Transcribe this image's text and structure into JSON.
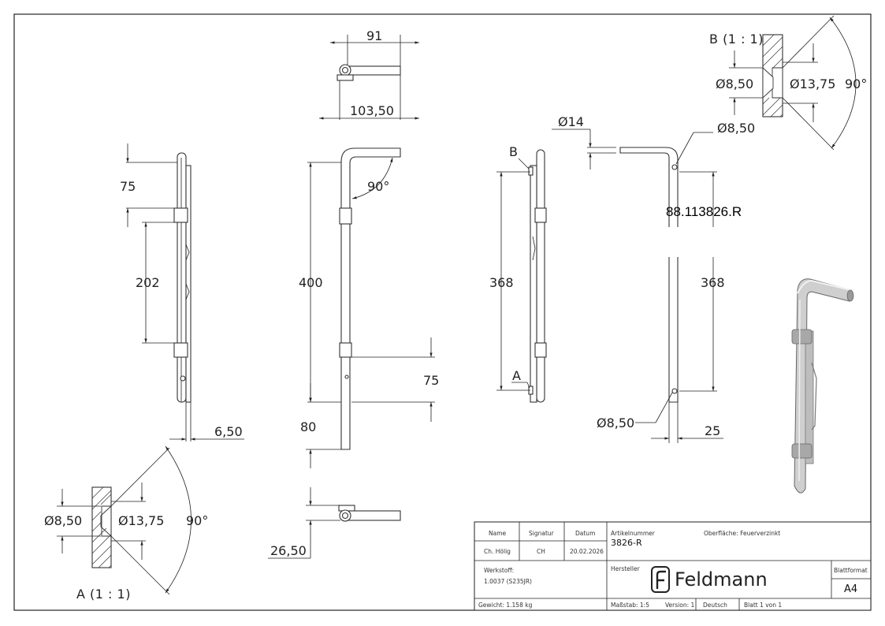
{
  "drawing": {
    "top_view": {
      "dim_width": "91",
      "dim_overall": "103,50"
    },
    "left_view": {
      "dim_top": "75",
      "dim_mid": "202",
      "dim_thickness": "6,50"
    },
    "front_view": {
      "dim_height": "400",
      "angle": "90°",
      "dim_bottom": "75",
      "dim_pin": "80"
    },
    "bottom_view": {
      "dim_offset": "26,50"
    },
    "side_view": {
      "label_b": "B",
      "label_a": "A",
      "dim_height": "368"
    },
    "right_view": {
      "dim_rod": "14",
      "dim_hole_top": "8,50",
      "article_code": "88.113826.R",
      "dim_height": "368",
      "dim_hole_bottom": "8,50",
      "dim_edge": "25"
    },
    "detail_a": {
      "title": "A (1 : 1)",
      "dim_inner": "8,50",
      "dim_outer": "13,75",
      "angle": "90°"
    },
    "detail_b": {
      "title": "B (1 : 1)",
      "dim_inner": "8,50",
      "dim_outer": "13,75",
      "angle": "90°"
    },
    "symbols": {
      "diameter": "Ø"
    }
  },
  "title_block": {
    "name_label": "Name",
    "signature_label": "Signatur",
    "date_label": "Datum",
    "name": "Ch. Hölig",
    "signature": "CH",
    "date": "20.02.2026",
    "article_label": "Artikelnummer",
    "article": "3826-R",
    "surface": "Oberfläche:  Feuerverzinkt",
    "material_label": "Werkstoff:",
    "material": "1.0037 (S235JR)",
    "manufacturer_label": "Hersteller",
    "brand": "Feldmann",
    "format_label": "Blattformat",
    "format": "A4",
    "weight": "Gewicht: 1.158 kg",
    "scale": "Maßstab: 1:5",
    "version": "Version: 1",
    "language": "Deutsch",
    "sheet": "Blatt 1 von 1"
  }
}
